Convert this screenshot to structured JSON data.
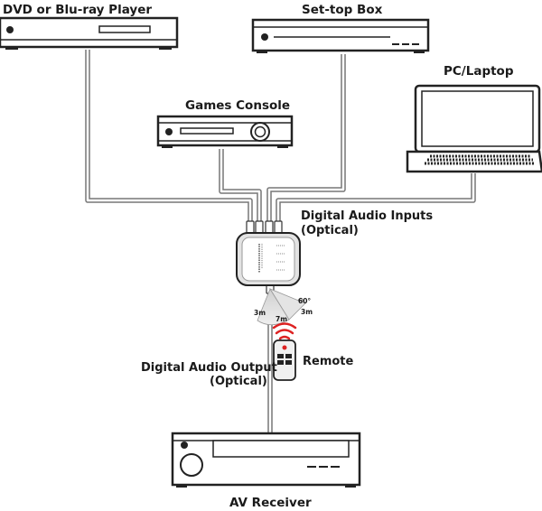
{
  "devices": {
    "dvd": {
      "label": "DVD or Blu-ray Player"
    },
    "settop": {
      "label": "Set-top Box"
    },
    "pc": {
      "label": "PC/Laptop"
    },
    "games": {
      "label": "Games Console"
    },
    "receiver": {
      "label": "AV Receiver"
    }
  },
  "switch_box": {
    "inputs_label_line1": "Digital Audio Inputs",
    "inputs_label_line2": "(Optical)",
    "output_label_line1": "Digital Audio Output",
    "output_label_line2": "(Optical)"
  },
  "remote": {
    "label": "Remote",
    "range_left": "3m",
    "range_center": "7m",
    "range_right": "3m",
    "angle": "60°"
  }
}
